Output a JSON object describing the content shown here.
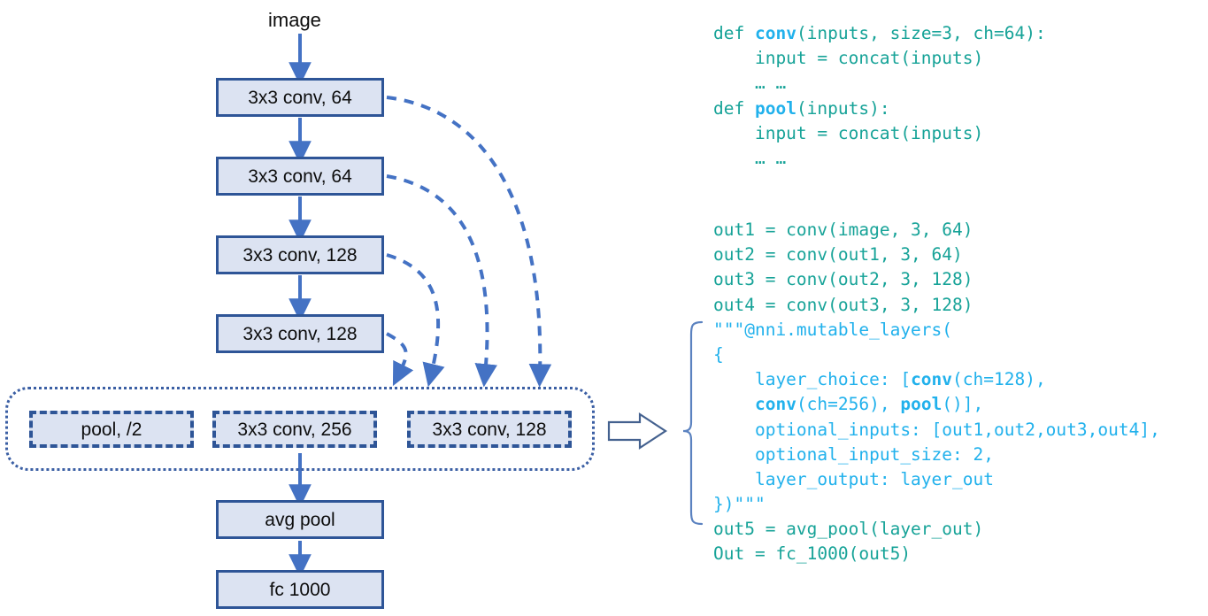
{
  "diagram": {
    "input_label": "image",
    "nodes": [
      {
        "label": "3x3 conv, 64"
      },
      {
        "label": "3x3 conv, 64"
      },
      {
        "label": "3x3 conv, 128"
      },
      {
        "label": "3x3 conv, 128"
      }
    ],
    "mutable_choices": [
      {
        "label": "pool, /2"
      },
      {
        "label": "3x3 conv, 256"
      },
      {
        "label": "3x3 conv, 128"
      }
    ],
    "tail_nodes": [
      {
        "label": "avg pool"
      },
      {
        "label": "fc 1000"
      }
    ],
    "colors": {
      "box_fill": "#dce3f2",
      "box_border": "#2e5597",
      "arrow": "#4472c4",
      "container_border": "#3b5fa4"
    }
  },
  "code": {
    "colors": {
      "normal": "#17a398",
      "bright": "#21b1ec"
    },
    "block1": [
      {
        "parts": [
          {
            "t": "def ",
            "s": "n"
          },
          {
            "t": "conv",
            "s": "k"
          },
          {
            "t": "(inputs, size=3, ch=64):",
            "s": "n"
          }
        ]
      },
      {
        "parts": [
          {
            "t": "    input = concat(inputs)",
            "s": "n"
          }
        ]
      },
      {
        "parts": [
          {
            "t": "    … …",
            "s": "n"
          }
        ]
      },
      {
        "parts": [
          {
            "t": "def ",
            "s": "n"
          },
          {
            "t": "pool",
            "s": "k"
          },
          {
            "t": "(inputs):",
            "s": "n"
          }
        ]
      },
      {
        "parts": [
          {
            "t": "    input = concat(inputs)",
            "s": "n"
          }
        ]
      },
      {
        "parts": [
          {
            "t": "    … …",
            "s": "n"
          }
        ]
      }
    ],
    "block2": [
      {
        "parts": [
          {
            "t": "out1 = conv(image, 3, 64)",
            "s": "n"
          }
        ]
      },
      {
        "parts": [
          {
            "t": "out2 = conv(out1, 3, 64)",
            "s": "n"
          }
        ]
      },
      {
        "parts": [
          {
            "t": "out3 = conv(out2, 3, 128)",
            "s": "n"
          }
        ]
      },
      {
        "parts": [
          {
            "t": "out4 = conv(out3, 3, 128)",
            "s": "n"
          }
        ]
      },
      {
        "parts": [
          {
            "t": "\"\"\"@nni.mutable_layers(",
            "s": "b"
          }
        ]
      },
      {
        "parts": [
          {
            "t": "{",
            "s": "b"
          }
        ]
      },
      {
        "parts": [
          {
            "t": "    layer_choice: [",
            "s": "b"
          },
          {
            "t": "conv",
            "s": "bk"
          },
          {
            "t": "(ch=128),",
            "s": "b"
          }
        ]
      },
      {
        "parts": [
          {
            "t": "    ",
            "s": "b"
          },
          {
            "t": "conv",
            "s": "bk"
          },
          {
            "t": "(ch=256), ",
            "s": "b"
          },
          {
            "t": "pool",
            "s": "bk"
          },
          {
            "t": "()],",
            "s": "b"
          }
        ]
      },
      {
        "parts": [
          {
            "t": "    optional_inputs: [out1,out2,out3,out4],",
            "s": "b"
          }
        ]
      },
      {
        "parts": [
          {
            "t": "    optional_input_size: 2,",
            "s": "b"
          }
        ]
      },
      {
        "parts": [
          {
            "t": "    layer_output: layer_out",
            "s": "b"
          }
        ]
      },
      {
        "parts": [
          {
            "t": "})\"\"\"",
            "s": "b"
          }
        ]
      },
      {
        "parts": [
          {
            "t": "out5 = avg_pool(layer_out)",
            "s": "n"
          }
        ]
      },
      {
        "parts": [
          {
            "t": "Out = fc_1000(out5)",
            "s": "n"
          }
        ]
      }
    ]
  }
}
